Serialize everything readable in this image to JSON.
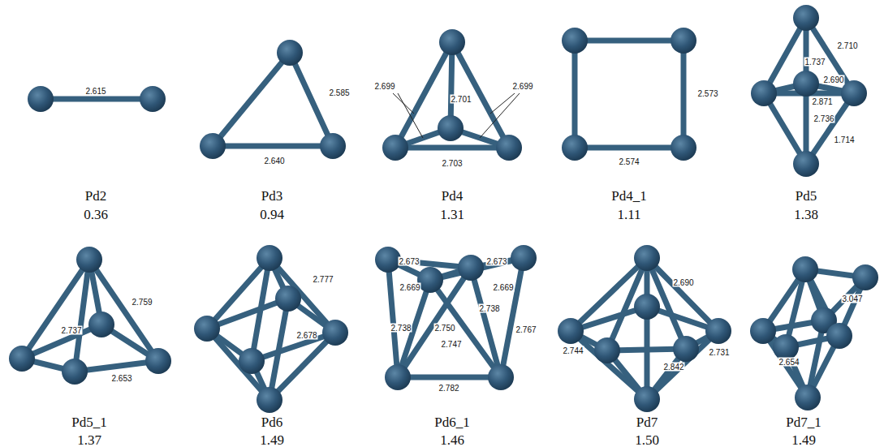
{
  "diagram": {
    "labels": [
      "2.615",
      "Pd2",
      "0.36",
      "2.585",
      "2.640",
      "Pd3",
      "0.94",
      "2.699",
      "2.701",
      "2.699",
      "2.703",
      "Pd4",
      "1.31",
      "2.573",
      "2.574",
      "Pd4_1",
      "1.11",
      "2.710",
      "1.737",
      "2.690",
      "2.871",
      "2.736",
      "1.714",
      "Pd5",
      "1.38",
      "2.759",
      "2.737",
      "2.653",
      "Pd5_1",
      "1.37",
      "2.777",
      "2.678",
      "Pd6",
      "1.49",
      "2.673",
      "2.673",
      "2.669",
      "2.669",
      "2.738",
      "2.738",
      "2.750",
      "2.747",
      "2.767",
      "2.782",
      "Pd6_1",
      "1.46",
      "2.690",
      "2.744",
      "2.731",
      "2.842",
      "Pd7",
      "1.50",
      "3.047",
      "2.654",
      "Pd7_1",
      "1.49"
    ]
  }
}
